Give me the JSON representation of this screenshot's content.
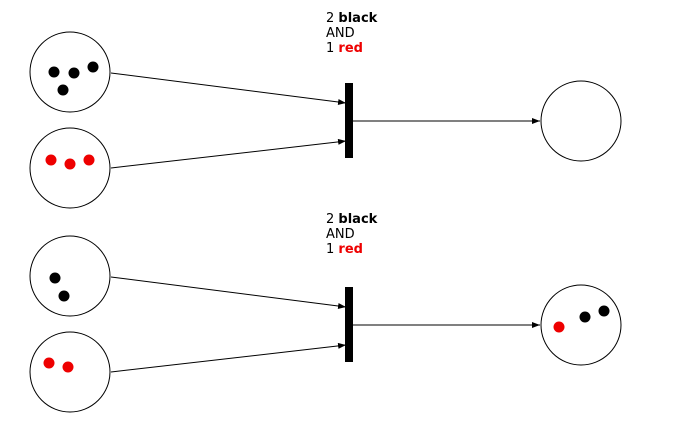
{
  "colors": {
    "black_token": "#000000",
    "red_token": "#ee0000",
    "stroke": "#000000",
    "background": "#ffffff"
  },
  "transitions": [
    {
      "rule": {
        "line1_count": "2",
        "line1_color": "black",
        "line2": "AND",
        "line3_count": "1",
        "line3_color": "red"
      },
      "input_places": [
        {
          "tokens": {
            "black": 4,
            "red": 0
          }
        },
        {
          "tokens": {
            "black": 0,
            "red": 3
          }
        }
      ],
      "output_place": {
        "tokens": {
          "black": 0,
          "red": 0
        }
      }
    },
    {
      "rule": {
        "line1_count": "2",
        "line1_color": "black",
        "line2": "AND",
        "line3_count": "1",
        "line3_color": "red"
      },
      "input_places": [
        {
          "tokens": {
            "black": 2,
            "red": 0
          }
        },
        {
          "tokens": {
            "black": 0,
            "red": 2
          }
        }
      ],
      "output_place": {
        "tokens": {
          "black": 2,
          "red": 1
        }
      }
    }
  ]
}
